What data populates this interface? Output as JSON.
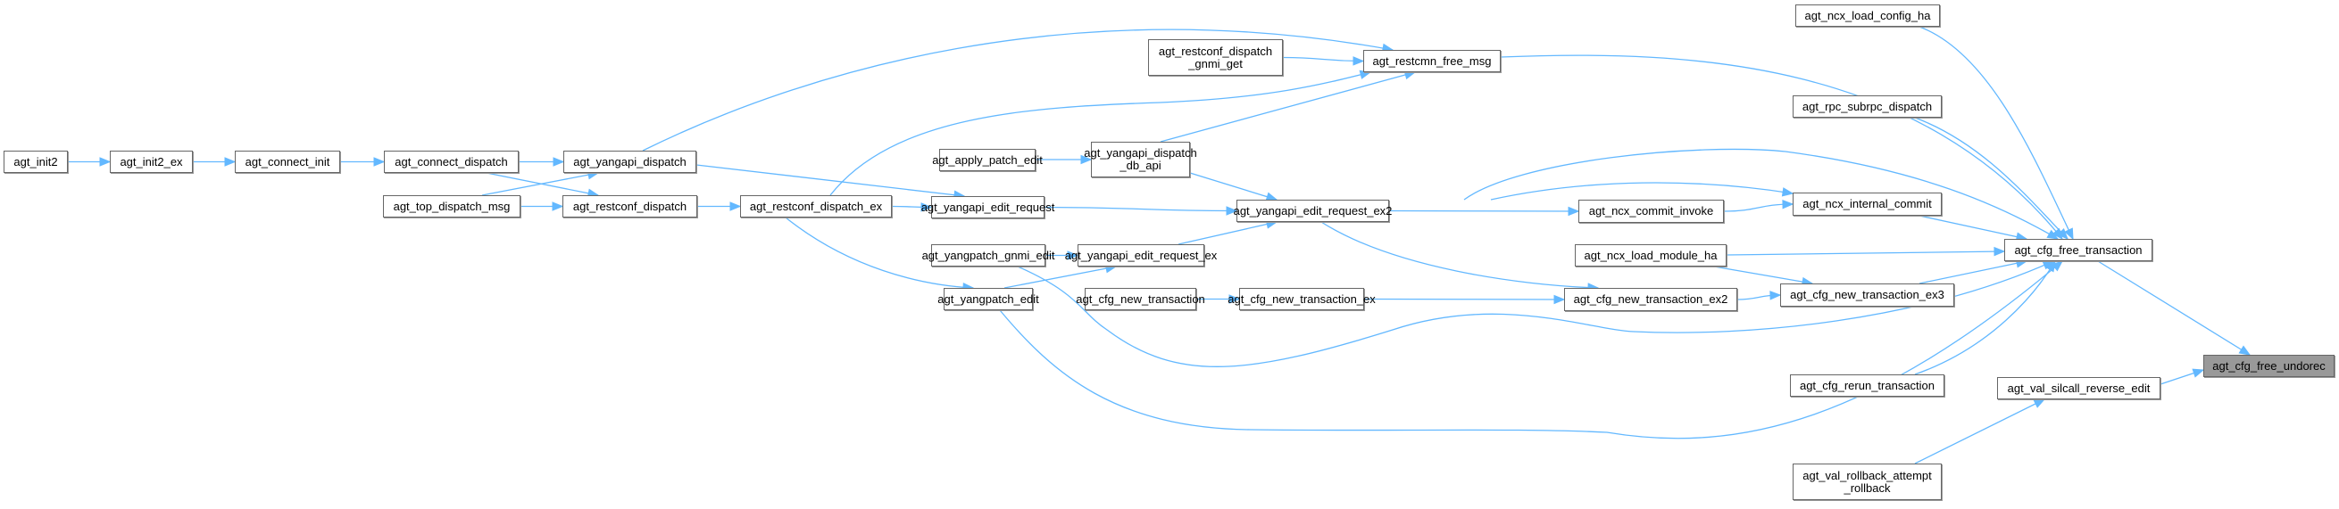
{
  "graph": {
    "title": "Caller graph of agt_cfg_free_undorec",
    "edge_color": "#63b8ff",
    "node_border_color": "#666666",
    "current_node_fill": "#999999",
    "current_node": "agt_cfg_free_undorec",
    "nodes": [
      {
        "id": "agt_init2",
        "label": "agt_init2"
      },
      {
        "id": "agt_init2_ex",
        "label": "agt_init2_ex"
      },
      {
        "id": "agt_connect_init",
        "label": "agt_connect_init"
      },
      {
        "id": "agt_connect_dispatch",
        "label": "agt_connect_dispatch"
      },
      {
        "id": "agt_top_dispatch_msg",
        "label": "agt_top_dispatch_msg"
      },
      {
        "id": "agt_yangapi_dispatch",
        "label": "agt_yangapi_dispatch"
      },
      {
        "id": "agt_restconf_dispatch",
        "label": "agt_restconf_dispatch"
      },
      {
        "id": "agt_restconf_dispatch_ex",
        "label": "agt_restconf_dispatch_ex"
      },
      {
        "id": "agt_restconf_dispatch_gnmi_get",
        "label": "agt_restconf_dispatch\n_gnmi_get"
      },
      {
        "id": "agt_restcmn_free_msg",
        "label": "agt_restcmn_free_msg"
      },
      {
        "id": "agt_apply_patch_edit",
        "label": "agt_apply_patch_edit"
      },
      {
        "id": "agt_yangapi_dispatch_db_api",
        "label": "agt_yangapi_dispatch\n_db_api"
      },
      {
        "id": "agt_yangapi_edit_request",
        "label": "agt_yangapi_edit_request"
      },
      {
        "id": "agt_yangapi_edit_request_ex2",
        "label": "agt_yangapi_edit_request_ex2"
      },
      {
        "id": "agt_yangpatch_gnmi_edit",
        "label": "agt_yangpatch_gnmi_edit"
      },
      {
        "id": "agt_yangapi_edit_request_ex",
        "label": "agt_yangapi_edit_request_ex"
      },
      {
        "id": "agt_yangpatch_edit",
        "label": "agt_yangpatch_edit"
      },
      {
        "id": "agt_cfg_new_transaction",
        "label": "agt_cfg_new_transaction"
      },
      {
        "id": "agt_cfg_new_transaction_ex",
        "label": "agt_cfg_new_transaction_ex"
      },
      {
        "id": "agt_ncx_commit_invoke",
        "label": "agt_ncx_commit_invoke"
      },
      {
        "id": "agt_ncx_load_module_ha",
        "label": "agt_ncx_load_module_ha"
      },
      {
        "id": "agt_cfg_new_transaction_ex2",
        "label": "agt_cfg_new_transaction_ex2"
      },
      {
        "id": "agt_ncx_load_config_ha",
        "label": "agt_ncx_load_config_ha"
      },
      {
        "id": "agt_rpc_subrpc_dispatch",
        "label": "agt_rpc_subrpc_dispatch"
      },
      {
        "id": "agt_ncx_internal_commit",
        "label": "agt_ncx_internal_commit"
      },
      {
        "id": "agt_cfg_new_transaction_ex3",
        "label": "agt_cfg_new_transaction_ex3"
      },
      {
        "id": "agt_cfg_rerun_transaction",
        "label": "agt_cfg_rerun_transaction"
      },
      {
        "id": "agt_val_rollback_attempt_rollback",
        "label": "agt_val_rollback_attempt\n_rollback"
      },
      {
        "id": "agt_cfg_free_transaction",
        "label": "agt_cfg_free_transaction"
      },
      {
        "id": "agt_val_silcall_reverse_edit",
        "label": "agt_val_silcall_reverse_edit"
      },
      {
        "id": "agt_cfg_free_undorec",
        "label": "agt_cfg_free_undorec"
      }
    ],
    "edges": [
      {
        "from": "agt_init2",
        "to": "agt_init2_ex"
      },
      {
        "from": "agt_init2_ex",
        "to": "agt_connect_init"
      },
      {
        "from": "agt_connect_init",
        "to": "agt_connect_dispatch"
      },
      {
        "from": "agt_connect_dispatch",
        "to": "agt_yangapi_dispatch"
      },
      {
        "from": "agt_connect_dispatch",
        "to": "agt_restconf_dispatch"
      },
      {
        "from": "agt_top_dispatch_msg",
        "to": "agt_yangapi_dispatch"
      },
      {
        "from": "agt_top_dispatch_msg",
        "to": "agt_restconf_dispatch"
      },
      {
        "from": "agt_yangapi_dispatch",
        "to": "agt_restcmn_free_msg"
      },
      {
        "from": "agt_yangapi_dispatch",
        "to": "agt_yangapi_edit_request"
      },
      {
        "from": "agt_restconf_dispatch",
        "to": "agt_restconf_dispatch_ex"
      },
      {
        "from": "agt_restconf_dispatch_ex",
        "to": "agt_restcmn_free_msg"
      },
      {
        "from": "agt_restconf_dispatch_ex",
        "to": "agt_yangapi_edit_request"
      },
      {
        "from": "agt_restconf_dispatch_ex",
        "to": "agt_yangpatch_edit"
      },
      {
        "from": "agt_restconf_dispatch_gnmi_get",
        "to": "agt_restcmn_free_msg"
      },
      {
        "from": "agt_yangapi_dispatch_db_api",
        "to": "agt_restcmn_free_msg"
      },
      {
        "from": "agt_apply_patch_edit",
        "to": "agt_yangapi_dispatch_db_api"
      },
      {
        "from": "agt_yangapi_dispatch_db_api",
        "to": "agt_yangapi_edit_request_ex2"
      },
      {
        "from": "agt_yangapi_edit_request",
        "to": "agt_yangapi_edit_request_ex2"
      },
      {
        "from": "agt_yangpatch_gnmi_edit",
        "to": "agt_yangapi_edit_request_ex"
      },
      {
        "from": "agt_yangpatch_edit",
        "to": "agt_yangapi_edit_request_ex"
      },
      {
        "from": "agt_yangapi_edit_request_ex",
        "to": "agt_yangapi_edit_request_ex2"
      },
      {
        "from": "agt_cfg_new_transaction",
        "to": "agt_cfg_new_transaction_ex"
      },
      {
        "from": "agt_cfg_new_transaction_ex",
        "to": "agt_cfg_new_transaction_ex2"
      },
      {
        "from": "agt_yangapi_edit_request_ex2",
        "to": "agt_cfg_new_transaction_ex2"
      },
      {
        "from": "agt_yangapi_edit_request_ex2",
        "to": "agt_ncx_commit_invoke"
      },
      {
        "from": "agt_yangapi_edit_request_ex2",
        "to": "agt_ncx_internal_commit"
      },
      {
        "from": "agt_yangapi_edit_request_ex2",
        "to": "agt_cfg_free_transaction"
      },
      {
        "from": "agt_ncx_commit_invoke",
        "to": "agt_ncx_internal_commit"
      },
      {
        "from": "agt_ncx_load_module_ha",
        "to": "agt_cfg_new_transaction_ex3"
      },
      {
        "from": "agt_ncx_load_module_ha",
        "to": "agt_cfg_free_transaction"
      },
      {
        "from": "agt_cfg_new_transaction_ex2",
        "to": "agt_cfg_new_transaction_ex3"
      },
      {
        "from": "agt_restcmn_free_msg",
        "to": "agt_cfg_free_transaction"
      },
      {
        "from": "agt_ncx_load_config_ha",
        "to": "agt_cfg_free_transaction"
      },
      {
        "from": "agt_rpc_subrpc_dispatch",
        "to": "agt_cfg_free_transaction"
      },
      {
        "from": "agt_ncx_internal_commit",
        "to": "agt_cfg_free_transaction"
      },
      {
        "from": "agt_cfg_new_transaction_ex3",
        "to": "agt_cfg_free_transaction"
      },
      {
        "from": "agt_yangpatch_gnmi_edit",
        "to": "agt_cfg_free_transaction"
      },
      {
        "from": "agt_yangpatch_edit",
        "to": "agt_cfg_free_transaction"
      },
      {
        "from": "agt_cfg_rerun_transaction",
        "to": "agt_cfg_free_transaction"
      },
      {
        "from": "agt_cfg_free_transaction",
        "to": "agt_cfg_free_undorec"
      },
      {
        "from": "agt_val_silcall_reverse_edit",
        "to": "agt_cfg_free_undorec"
      },
      {
        "from": "agt_val_rollback_attempt_rollback",
        "to": "agt_val_silcall_reverse_edit"
      }
    ]
  }
}
